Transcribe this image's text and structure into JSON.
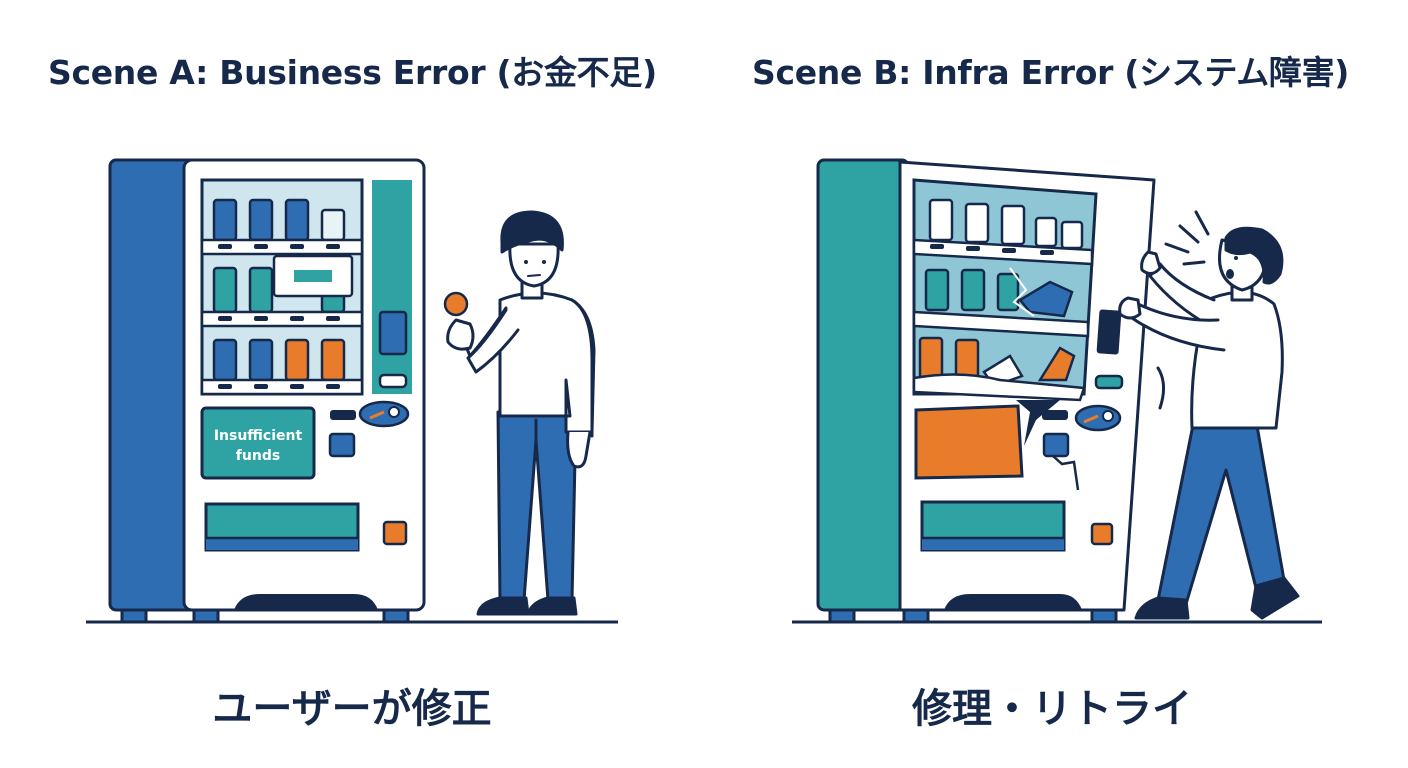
{
  "scene_a": {
    "title": "Scene A: Business Error (お金不足)",
    "display_message_line1": "Insufficient",
    "display_message_line2": "funds",
    "caption": "ユーザーが修正"
  },
  "scene_b": {
    "title": "Scene B: Infra Error (システム障害)",
    "caption": "修理・リトライ"
  },
  "colors": {
    "navy": "#16294a",
    "blue": "#2f6db2",
    "teal": "#2fa3a3",
    "orange": "#e87c2a",
    "light_blue": "#cfe6ee"
  },
  "icons": {
    "scene_a_machine": "vending-machine-icon",
    "scene_a_person": "person-with-coin-icon",
    "scene_b_machine": "broken-vending-machine-icon",
    "scene_b_person": "person-shaking-machine-icon"
  }
}
